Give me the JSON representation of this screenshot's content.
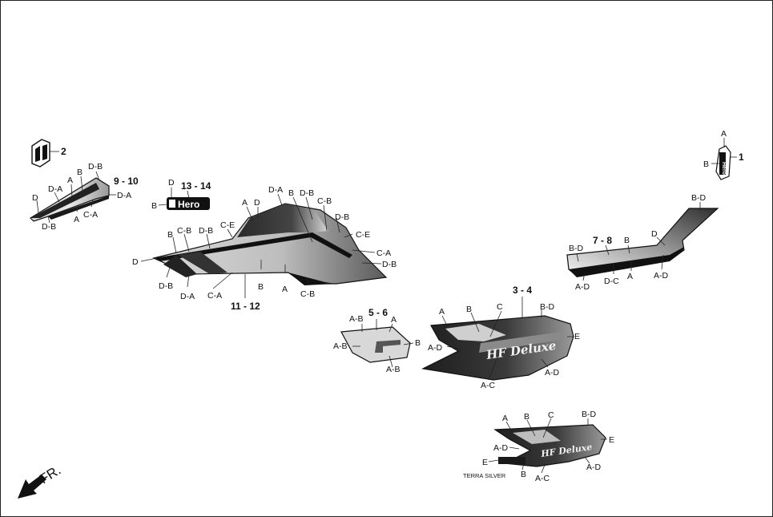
{
  "parts": {
    "p1": {
      "num": "1",
      "labels": [
        "A",
        "B"
      ]
    },
    "p2": {
      "num": "2"
    },
    "p3_4": {
      "num": "3 - 4",
      "labels": [
        "A",
        "B",
        "C",
        "B-D",
        "E",
        "A-D",
        "A-C",
        "A-D"
      ]
    },
    "p5_6": {
      "num": "5 - 6",
      "labels": [
        "A-B",
        "A",
        "B",
        "A-B",
        "A-B"
      ]
    },
    "p7_8": {
      "num": "7 - 8",
      "labels": [
        "B-D",
        "D",
        "B-D",
        "B",
        "A-D",
        "D-C",
        "A",
        "A-D"
      ]
    },
    "p9_10": {
      "num": "9 - 10",
      "labels": [
        "D-B",
        "B",
        "A",
        "D-A",
        "D",
        "D-A",
        "A",
        "C-A",
        "D-B"
      ]
    },
    "p11_12": {
      "num": "11 - 12",
      "labels": [
        "D-A",
        "B",
        "D-B",
        "C-B",
        "A",
        "D",
        "C-E",
        "D-B",
        "C-E",
        "B",
        "C-B",
        "D-B",
        "C-A",
        "D-B",
        "D",
        "D-B",
        "D-A",
        "C-A",
        "B",
        "A",
        "C-B"
      ]
    },
    "p13_14": {
      "num": "13 - 14",
      "labels": [
        "D",
        "B"
      ]
    },
    "variant": {
      "labels": [
        "A",
        "B",
        "C",
        "B-D",
        "E",
        "A-D",
        "E",
        "A-D",
        "B",
        "A-C"
      ],
      "caption": "TERRA SILVER"
    }
  },
  "logo_text": "Hero",
  "script_text": "HF Deluxe",
  "direction": {
    "label": "FR."
  }
}
